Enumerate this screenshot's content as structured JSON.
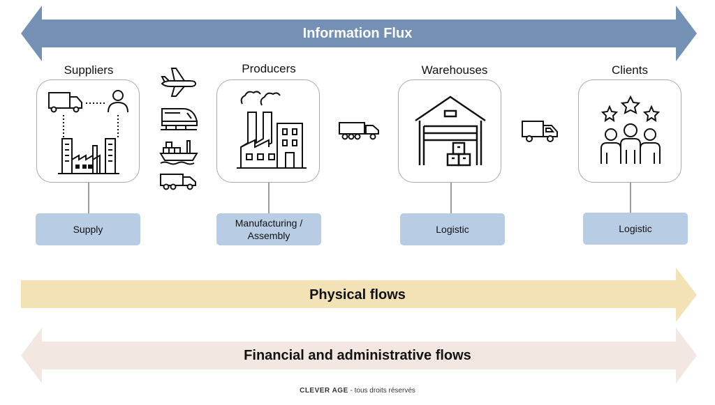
{
  "flows": {
    "information": "Information Flux",
    "physical": "Physical flows",
    "financial": "Financial and administrative flows"
  },
  "stages": [
    {
      "title": "Suppliers",
      "role": "Supply",
      "icon": "suppliers-icon"
    },
    {
      "title": "Producers",
      "role": "Manufacturing /\nAssembly",
      "icon": "factory-icon"
    },
    {
      "title": "Warehouses",
      "role": "Logistic",
      "icon": "warehouse-icon"
    },
    {
      "title": "Clients",
      "role": "Logistic",
      "icon": "clients-icon"
    }
  ],
  "transport_icons": [
    "airplane-icon",
    "train-icon",
    "cargo-ship-icon",
    "truck-icon"
  ],
  "colors": {
    "information": "#7590b5",
    "physical": "#f2e2b6",
    "financial": "#f2e7e1",
    "role_box": "#b8cde3"
  },
  "footer": {
    "brand": "CLEVER AGE",
    "note": "- tous droits réservés"
  }
}
